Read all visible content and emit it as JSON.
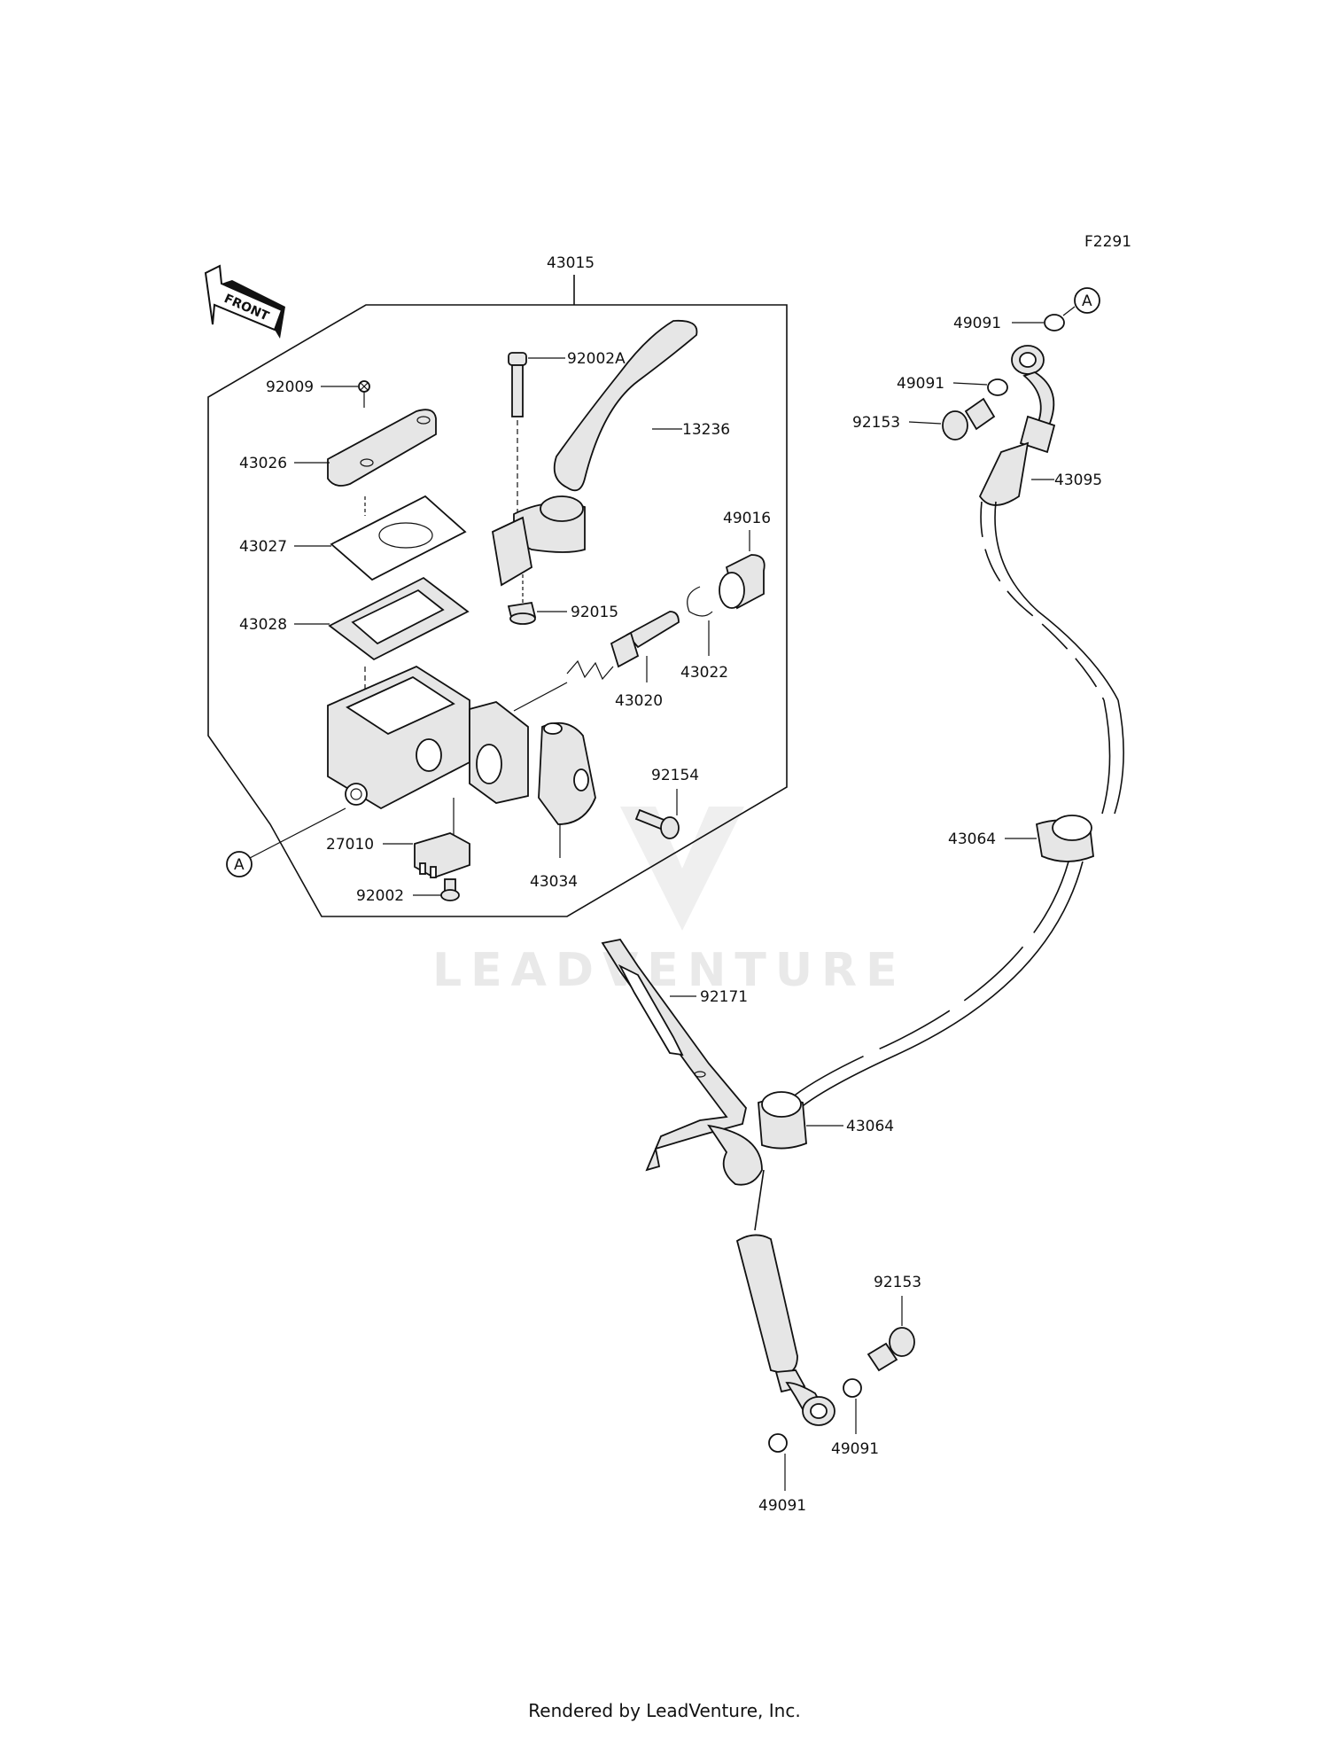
{
  "diagram": {
    "figure_code": "F2291",
    "front_label": "FRONT",
    "watermark": "LEADVENTURE",
    "parts": {
      "p43015": "43015",
      "p92002A": "92002A",
      "p13236": "13236",
      "p92009": "92009",
      "p43026": "43026",
      "p43027": "43027",
      "p43028": "43028",
      "p49016": "49016",
      "p92015": "92015",
      "p43022": "43022",
      "p43020": "43020",
      "p92154": "92154",
      "p27010": "27010",
      "p43034": "43034",
      "p92002": "92002",
      "p49091_a": "49091",
      "p49091_b": "49091",
      "p92153_a": "92153",
      "p43095": "43095",
      "p43064_a": "43064",
      "p92171": "92171",
      "p43064_b": "43064",
      "p92153_b": "92153",
      "p49091_c": "49091",
      "p49091_d": "49091"
    },
    "ref_marker_left": "A",
    "ref_marker_right": "A"
  },
  "footer": {
    "text": "Rendered by LeadVenture, Inc."
  }
}
